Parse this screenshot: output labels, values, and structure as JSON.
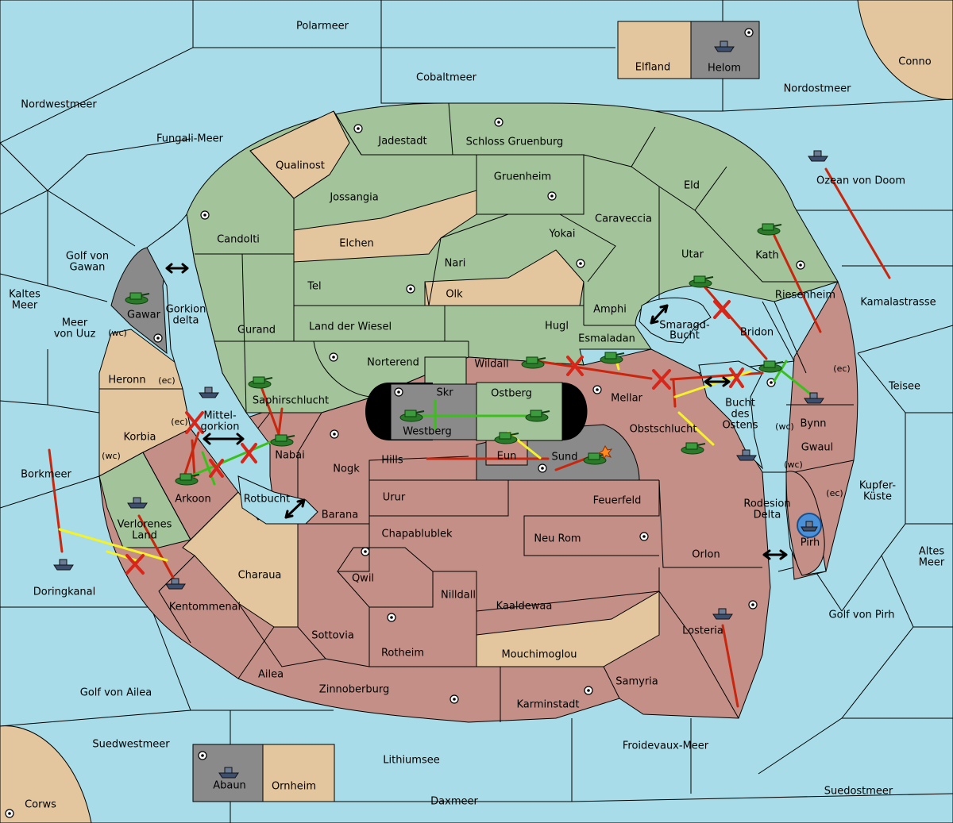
{
  "map": {
    "seas": {
      "polarmeer": "Polarmeer",
      "cobaltmeer": "Cobaltmeer",
      "nordwestmeer": "Nordwestmeer",
      "fungali": "Fungali-Meer",
      "nordostmeer": "Nordostmeer",
      "ozean_von_doom": "Ozean von Doom",
      "kamalastrasse": "Kamalastrasse",
      "teisee": "Teisee",
      "kupfer_kueste_1": "Kupfer-",
      "kupfer_kueste_2": "Küste",
      "altes_meer_1": "Altes",
      "altes_meer_2": "Meer",
      "golf_von_pirh": "Golf von Pirh",
      "suedostmeer": "Suedostmeer",
      "froidevaux": "Froidevaux-Meer",
      "daxmeer": "Daxmeer",
      "lithiumsee": "Lithiumsee",
      "suedwestmeer": "Suedwestmeer",
      "golf_von_ailea": "Golf von Ailea",
      "doringkanal": "Doringkanal",
      "borkmeer": "Borkmeer",
      "kaltes_meer_1": "Kaltes",
      "kaltes_meer_2": "Meer",
      "golf_von_gawan_1": "Golf von",
      "golf_von_gawan_2": "Gawan",
      "meer_von_uuz_1": "Meer",
      "meer_von_uuz_2": "von Uuz",
      "gorkion_delta_1": "Gorkion",
      "gorkion_delta_2": "delta",
      "mittelgorkion_1": "Mittel-",
      "mittelgorkion_2": "gorkion",
      "rotbucht": "Rotbucht",
      "smaragd_1": "Smaragd-",
      "smaragd_2": "Bucht",
      "bucht_ostens_1": "Bucht",
      "bucht_ostens_2": "des",
      "bucht_ostens_3": "Ostens",
      "rodesion_1": "Rodesion",
      "rodesion_2": "Delta"
    },
    "lands": {
      "jadestadt": "Jadestadt",
      "schloss_gruenburg": "Schloss Gruenburg",
      "qualinost": "Qualinost",
      "jossangia": "Jossangia",
      "gruenheim": "Gruenheim",
      "eld": "Eld",
      "caraveccia": "Caraveccia",
      "candolti": "Candolti",
      "elchen": "Elchen",
      "yokai": "Yokai",
      "utar": "Utar",
      "kath": "Kath",
      "nari": "Nari",
      "tel": "Tel",
      "olk": "Olk",
      "amphi": "Amphi",
      "riesenheim": "Riesenheim",
      "gurand": "Gurand",
      "land_der_wiesel": "Land der Wiesel",
      "hugl": "Hugl",
      "esmaladan": "Esmaladan",
      "bridon": "Bridon",
      "norterend": "Norterend",
      "wildall": "Wildall",
      "skr": "Skr",
      "ostberg": "Ostberg",
      "mellar": "Mellar",
      "saphirschlucht": "Saphirschlucht",
      "westberg": "Westberg",
      "obstschlucht": "Obstschlucht",
      "bynn": "Bynn",
      "gwaul": "Gwaul",
      "heronn": "Heronn",
      "korbia": "Korbia",
      "nabai": "Nabai",
      "nogk": "Nogk",
      "hills": "Hills",
      "eun": "Eun",
      "sund": "Sund",
      "arkoon": "Arkoon",
      "urur": "Urur",
      "feuerfeld": "Feuerfeld",
      "barana": "Barana",
      "chapablublek": "Chapablublek",
      "neu_rom": "Neu Rom",
      "pirh": "Pirh",
      "verlorenes_1": "Verlorenes",
      "verlorenes_2": "Land",
      "orlon": "Orlon",
      "charaua": "Charaua",
      "qwil": "Qwil",
      "nilldall": "Nilldall",
      "kaaldewaa": "Kaaldewaa",
      "kentommenai": "Kentommenai",
      "losteria": "Losteria",
      "sottovia": "Sottovia",
      "rotheim": "Rotheim",
      "mouchimoglou": "Mouchimoglou",
      "ailea": "Ailea",
      "samyria": "Samyria",
      "zinnoberburg": "Zinnoberburg",
      "karminstadt": "Karminstadt",
      "gawar": "Gawar",
      "elfland": "Elfland",
      "helom": "Helom",
      "conno": "Conno",
      "abaun": "Abaun",
      "ornheim": "Ornheim",
      "corws": "Corws"
    },
    "coasts": {
      "wc": "(wc)",
      "ec": "(ec)"
    },
    "colors": {
      "sea": "#a8dce8",
      "green_power": "#a3c49a",
      "neutral": "#e3c69e",
      "red_power": "#c48f86",
      "grey_power": "#8a8a8a",
      "order_red": "#c8260e",
      "order_yellow": "#f4f22a",
      "order_green": "#3cbf1e"
    },
    "unit_icons": [
      "tank-icon",
      "battleship-icon",
      "supply-center-icon",
      "explosion-icon",
      "failed-order-icon",
      "convoy-arrow-icon"
    ]
  }
}
